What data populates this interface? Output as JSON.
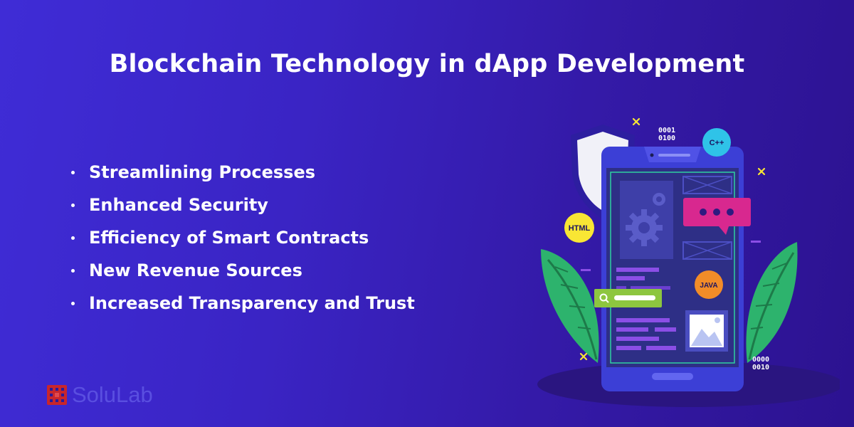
{
  "title": "Blockchain Technology in dApp Development",
  "bullets": [
    "Streamlining Processes",
    "Enhanced Security",
    "Efficiency of Smart Contracts",
    "New Revenue Sources",
    "Increased Transparency and Trust"
  ],
  "logo": {
    "name": "SoluLab",
    "icon": "solulab-logo-icon"
  },
  "illustration": {
    "badges": {
      "html": "HTML",
      "cpp": "C++",
      "java": "JAVA"
    },
    "binary_top": [
      "0001",
      "0100"
    ],
    "binary_bottom": [
      "0000",
      "0010"
    ],
    "icons": [
      "shield-icon",
      "gear-icon",
      "chat-bubble-icon",
      "search-icon",
      "image-icon",
      "leaf-icon",
      "sparkle-icon"
    ]
  },
  "colors": {
    "background": "#3a24c4",
    "phone_body": "#3c3fd6",
    "phone_screen": "#2e2f86",
    "chat_bubble": "#d8288f",
    "search_bar": "#8dc63f",
    "badge_yellow": "#f9e634",
    "badge_orange": "#f28c28",
    "badge_cyan": "#2fc3e8",
    "leaf": "#2db36d",
    "accent_purple": "#8b4ee6",
    "logo_text": "#5a4fe0"
  }
}
